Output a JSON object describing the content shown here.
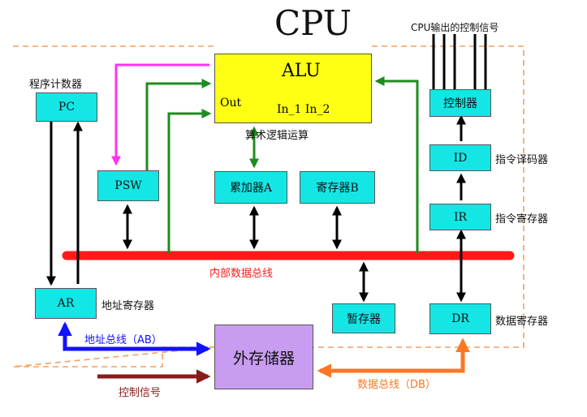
{
  "title": "CPU",
  "control_signals_out": "CPU输出的控制信号",
  "alu": {
    "name": "ALU",
    "out": "Out",
    "inputs": "In_1 In_2",
    "caption": "算术逻辑运算"
  },
  "registers": {
    "pc": {
      "name": "PC",
      "label": "程序计数器"
    },
    "psw": {
      "name": "PSW"
    },
    "acc": {
      "name": "累加器A"
    },
    "regb": {
      "name": "寄存器B"
    },
    "ar": {
      "name": "AR",
      "label": "地址寄存器"
    },
    "temp": {
      "name": "暂存器"
    },
    "dr": {
      "name": "DR",
      "label": "数据寄存器"
    },
    "ir": {
      "name": "IR",
      "label": "指令寄存器"
    },
    "id": {
      "name": "ID",
      "label": "指令译码器"
    },
    "ctrl": {
      "name": "控制器"
    }
  },
  "buses": {
    "internal": "内部数据总线",
    "address": "地址总线（AB）",
    "data": "数据总线（DB）",
    "control": "控制信号"
  },
  "memory": "外存储器",
  "colors": {
    "box": "#14e6e6",
    "alu": "#ffff14",
    "memory": "#c89cf0",
    "internal_bus": "#ff1a1a",
    "green": "#1e8c1e",
    "magenta": "#ff33ee",
    "address_bus": "#1111ff",
    "data_bus": "#ff7722",
    "control": "#8b1a1a",
    "dashed": "#f0a060"
  }
}
